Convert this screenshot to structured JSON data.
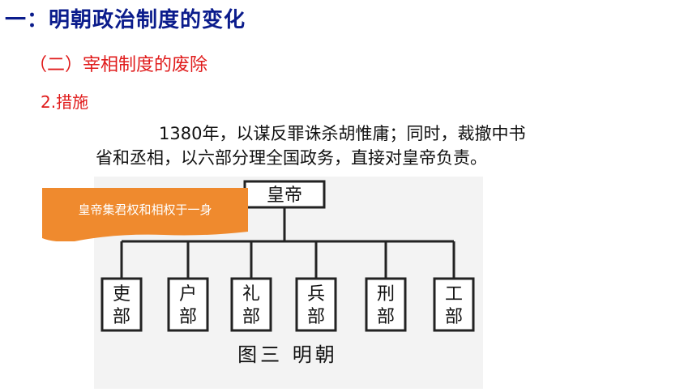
{
  "slide": {
    "title": "一：明朝政治制度的变化",
    "subtitle": "（二）宰相制度的废除",
    "point": "2.措施",
    "paragraph": {
      "line1": "1380年，以谋反罪诛杀胡惟庸；同时，裁撤中书",
      "line2": "省和丞相，以六部分理全国政务，直接对皇帝负责。"
    }
  },
  "diagram": {
    "top_node": "皇帝",
    "ministries": [
      [
        "吏",
        "部"
      ],
      [
        "户",
        "部"
      ],
      [
        "礼",
        "部"
      ],
      [
        "兵",
        "部"
      ],
      [
        "刑",
        "部"
      ],
      [
        "工",
        "部"
      ]
    ],
    "caption": "图三 明朝"
  },
  "callout": {
    "text": "皇帝集君权和相权于一身",
    "color": "#ef8a2e"
  },
  "colors": {
    "title": "#0b1c8c",
    "accent_red": "#e01b1b"
  }
}
